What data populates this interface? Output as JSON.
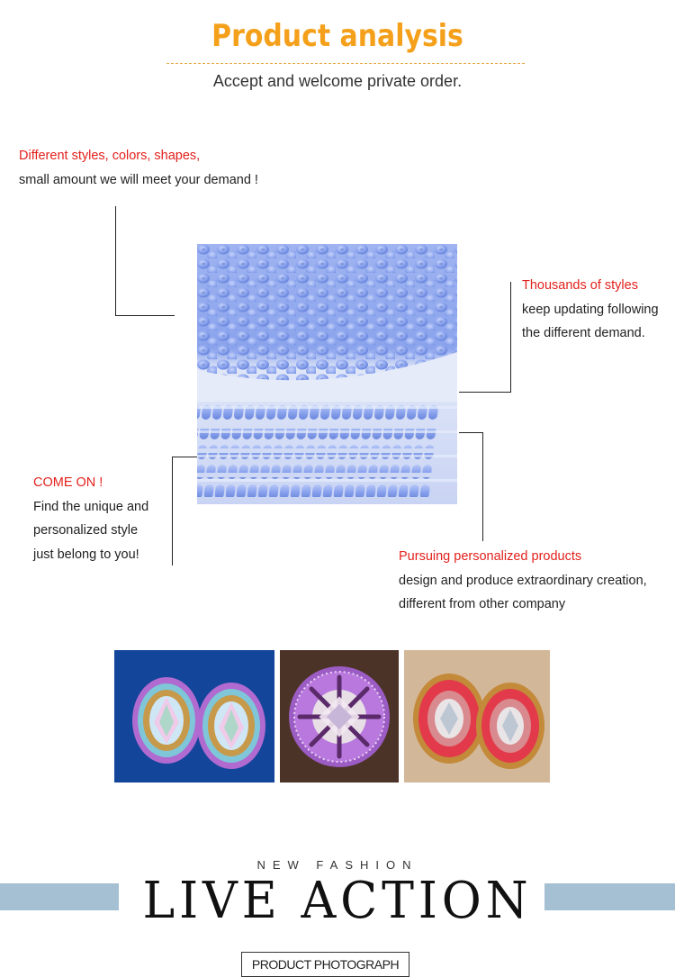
{
  "header": {
    "title": "Product analysis",
    "subtitle": "Accept and welcome private order."
  },
  "callouts": {
    "top_left": {
      "heading": "Different styles, colors, shapes,",
      "line1": "small amount we will meet your demand !"
    },
    "right": {
      "heading": "Thousands of styles",
      "line1": "keep updating following",
      "line2": "the different demand."
    },
    "left": {
      "heading": "COME ON !",
      "line1": "Find the unique and",
      "line2": "personalized style",
      "line3": "just belong to you!"
    },
    "bottom_right": {
      "heading": "Pursuing personalized products",
      "line1": "design and produce extraordinary creation,",
      "line2": "different from other company"
    }
  },
  "images": {
    "main": "blue-seed-beads-photo",
    "thumbs": [
      "beaded-teardrop-earrings-purple-blue",
      "beaded-round-brooch-purple",
      "beaded-earrings-red-gold"
    ]
  },
  "footer": {
    "kicker": "NEW FASHION",
    "headline": "LIVE ACTION",
    "button_label": "PRODUCT PHOTOGRAPH"
  },
  "colors": {
    "title": "#f5a01a",
    "accent_red": "#e3211c",
    "band": "#a5bfd3",
    "bead_blue": "#8aa3ec"
  }
}
